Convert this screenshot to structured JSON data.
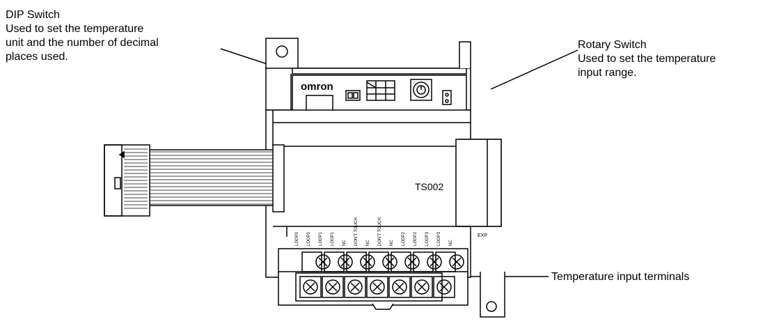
{
  "callouts": {
    "dip": {
      "title": "DIP Switch",
      "lines": [
        "Used to set the temperature",
        "unit and the number of decimal",
        "places used."
      ]
    },
    "rotary": {
      "title": "Rotary Switch",
      "lines": [
        "Used to set the temperature",
        "input range."
      ]
    },
    "terminals": {
      "title": "Temperature input terminals"
    }
  },
  "device": {
    "brand": "omron",
    "model": "TS002",
    "exp_label": "EXP",
    "terminal_labels": [
      "LOOP0",
      "LOOP0",
      "LOOP1",
      "LOOP1",
      "NC",
      "DON'T TOUCH",
      "NC",
      "DON'T TOUCH",
      "NC",
      "LOOP2",
      "LOOP2",
      "LOOP3",
      "LOOP3",
      "NC"
    ]
  }
}
